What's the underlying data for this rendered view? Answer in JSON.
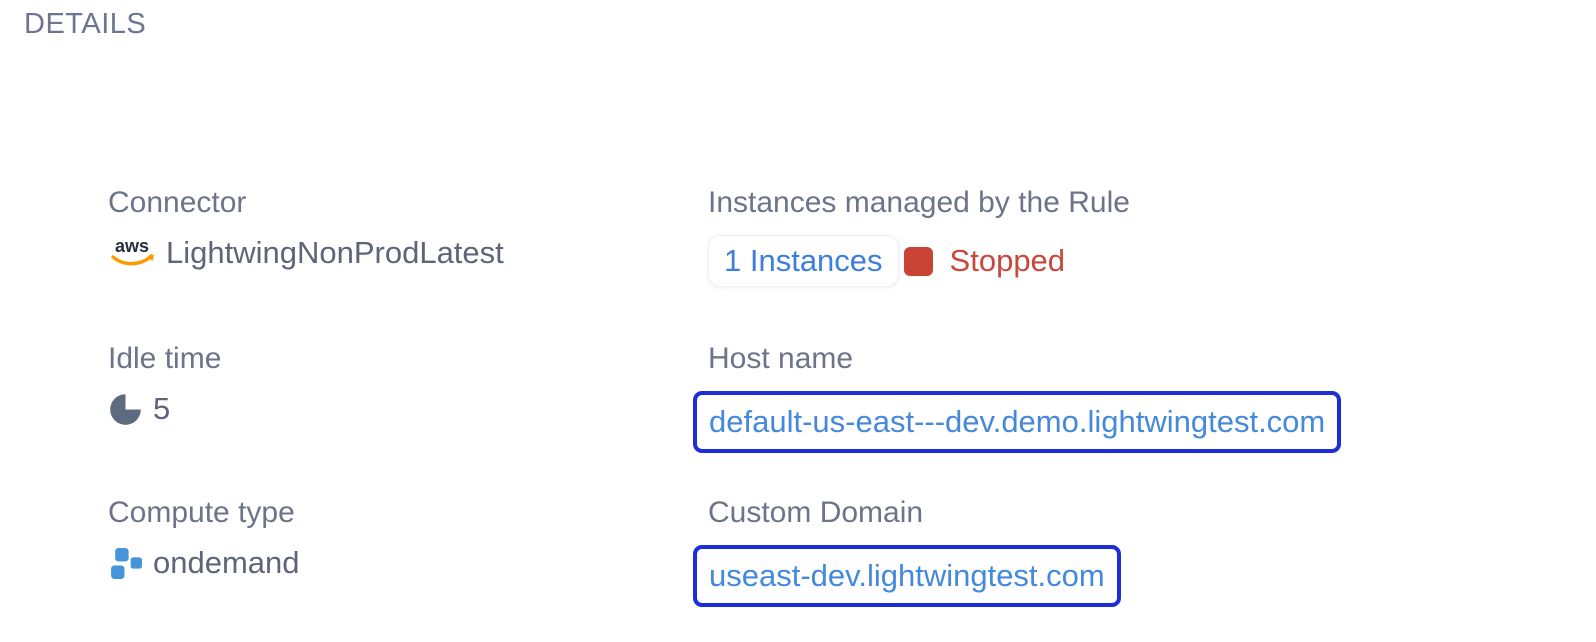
{
  "page": {
    "title": "DETAILS"
  },
  "colors": {
    "label_gray": "#6b7489",
    "value_gray": "#5e6578",
    "link_blue": "#3d7ddb",
    "domain_blue": "#4489db",
    "box_border_blue": "#1e2ed6",
    "status_stopped_red": "#c94435",
    "aws_orange": "#ff9900",
    "aws_dark": "#252f3e",
    "compute_icon_blue": "#4695db",
    "idle_icon_slate": "#5c6b80"
  },
  "fields": {
    "connector": {
      "label": "Connector",
      "value": "LightwingNonProdLatest",
      "icon": "aws-logo-icon"
    },
    "instances": {
      "label": "Instances managed by the Rule",
      "link_text": "1 Instances",
      "status": "Stopped"
    },
    "idle_time": {
      "label": "Idle time",
      "value": "5",
      "icon": "pie-clock-icon"
    },
    "host_name": {
      "label": "Host name",
      "value": "default-us-east---dev.demo.lightwingtest.com"
    },
    "compute_type": {
      "label": "Compute type",
      "value": "ondemand",
      "icon": "compute-squares-icon"
    },
    "custom_domain": {
      "label": "Custom Domain",
      "value": "useast-dev.lightwingtest.com"
    }
  }
}
